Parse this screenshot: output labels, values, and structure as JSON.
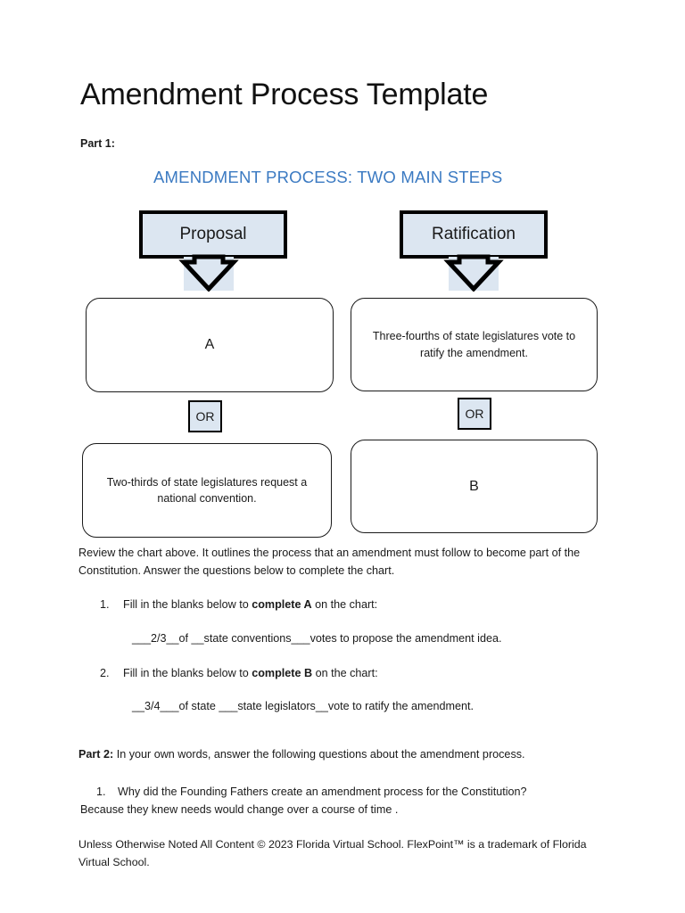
{
  "document": {
    "title": "Amendment Process Template",
    "part1_label": "Part 1:",
    "part2_label": "Part 2:",
    "part2_instruction": "In your own words, answer the following questions about the amendment process."
  },
  "chart": {
    "heading": "AMENDMENT PROCESS: TWO MAIN STEPS",
    "accent_color": "#3b7ac2",
    "box_fill": "#dce6f1",
    "box_border": "#000000",
    "columns": [
      {
        "head": "Proposal",
        "top_box": "A",
        "connector": "OR",
        "bottom_box": "Two-thirds of state legislatures request a national convention."
      },
      {
        "head": "Ratification",
        "top_box": "Three-fourths of state legislatures vote to ratify the amendment.",
        "connector": "OR",
        "bottom_box": "B"
      }
    ]
  },
  "intro": {
    "text": "Review the chart above. It outlines the process that an amendment must follow to become part of the Constitution.  Answer the questions below to complete the chart."
  },
  "questions": [
    {
      "number": "1.",
      "prompt_before": "Fill in the blanks below to ",
      "prompt_bold": "complete A",
      "prompt_after": " on the chart:",
      "answer": "___2/3__of __state conventions___votes to propose the amendment idea."
    },
    {
      "number": "2.",
      "prompt_before": "Fill in the blanks below to ",
      "prompt_bold": "complete B",
      "prompt_after": " on the chart:",
      "answer": "__3/4___of state ___state legislators__vote to ratify the amendment."
    }
  ],
  "part2": {
    "question_number": "1.",
    "question": "Why did the Founding Fathers create an amendment process for the Constitution?",
    "answer": "Because they knew needs would change over a course of time ."
  },
  "footer": {
    "text": "Unless Otherwise Noted All Content © 2023 Florida Virtual School. FlexPoint™ is a trademark of Florida Virtual School."
  }
}
